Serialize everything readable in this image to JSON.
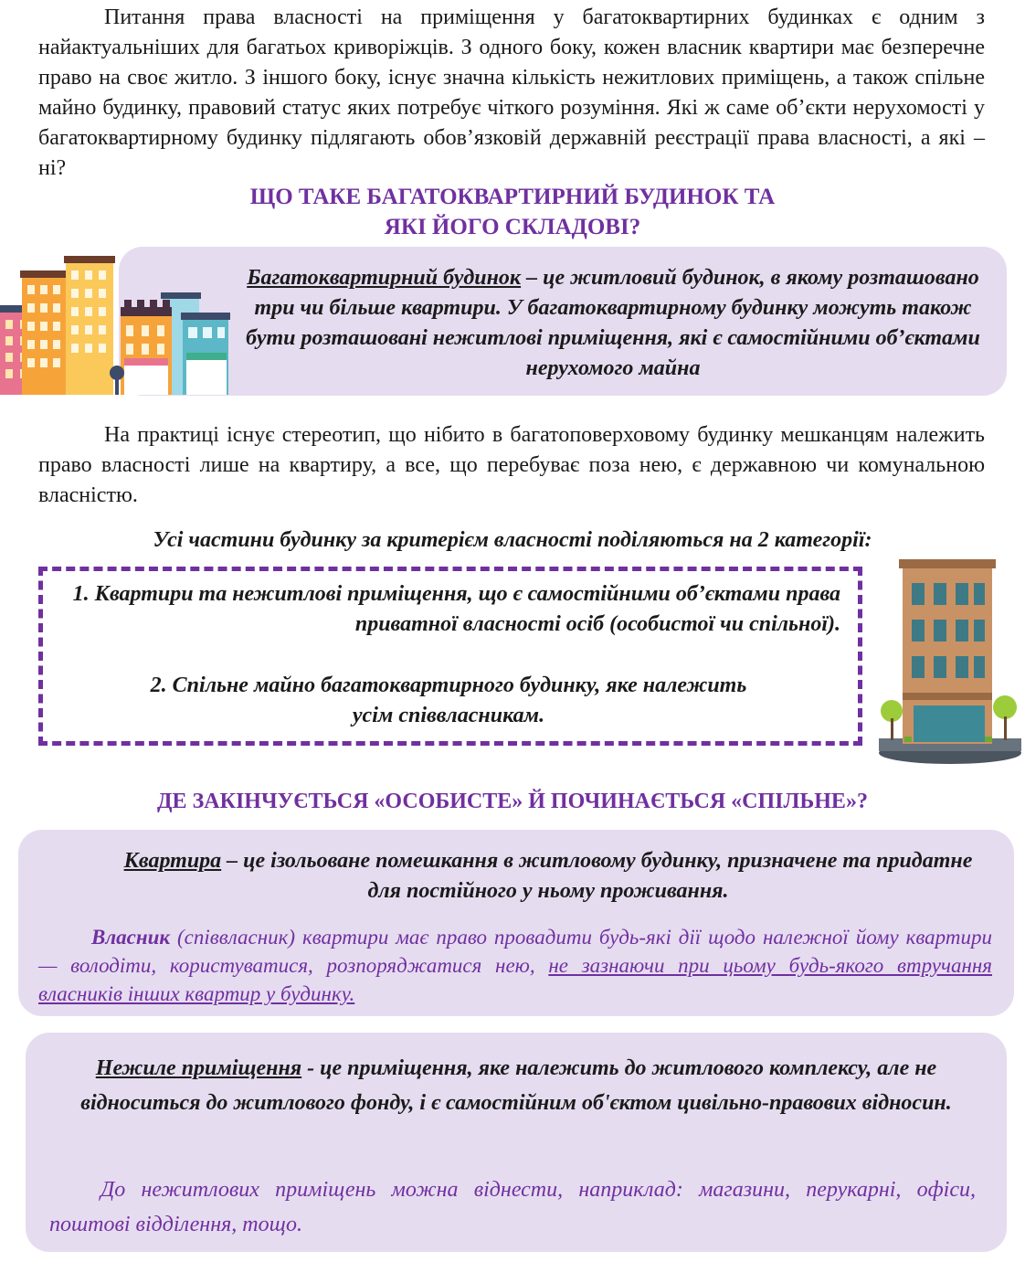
{
  "intro": {
    "text": "Питання права власності на приміщення у багатоквартирних будинках є одним з найактуальніших для багатьох криворіжців. З одного боку, кожен власник квартири має безперечне право на своє житло. З іншого боку, існує значна кількість нежитлових приміщень, а також спільне майно будинку, правовий статус яких потребує чіткого розуміння. Які ж саме об’єкти нерухомості у багатоквартирному будинку підлягають обов’язковій державній реєстрації права власності, а які – ні?"
  },
  "heading1": {
    "line1": "ЩО ТАКЕ БАГАТОКВАРТИРНИЙ БУДИНОК ТА",
    "line2": "ЯКІ ЙОГО СКЛАДОВІ?"
  },
  "def_building": {
    "term": "Багатоквартирний будинок",
    "text": " – це житловий будинок, в якому розташовано три чи більше квартири. У багатоквартирному будинку можуть також бути розташовані нежитлові приміщення, які є самостійними об’єктами нерухомого майна"
  },
  "practice": {
    "text": "На практиці існує стереотип, що нібито в багатоповерховому будинку мешканцям належить право власності лише на квартиру, а все, що перебуває поза нею, є державною чи комунальною власністю."
  },
  "categories": {
    "intro": "Усі частини будинку за критерієм власності поділяються на 2 категорії:",
    "item1": "1. Квартири та нежитлові приміщення, що є самостійними об’єктами права приватної власності осіб (особистої чи спільної).",
    "item2_line1": "2. Спільне майно багатоквартирного будинку, яке належить",
    "item2_line2": "усім співвласникам."
  },
  "heading2": "ДЕ ЗАКІНЧУЄТЬСЯ «ОСОБИСТЕ» Й ПОЧИНАЄТЬСЯ «СПІЛЬНЕ»?",
  "def_apartment": {
    "term": "Квартира",
    "text": " – це ізольоване помешкання в житловому будинку, призначене та придатне для постійного у ньому проживання.",
    "owner_term": "Власник",
    "owner_text": " (співвласник) квартири має право провадити будь-які дії щодо належної йому квартири — володіти, користуватися, розпоряджатися нею, ",
    "owner_underlined": "не зазнаючи при цьому будь-якого втручання власників інших квартир у будинку."
  },
  "def_nonresidential": {
    "term": "Нежиле приміщення",
    "text": " - це приміщення, яке належить до житлового комплексу, але не відноситься до житлового фонду, і є самостійним об'єктом цивільно-правових відносин.",
    "examples": "До нежитлових приміщень можна віднести, наприклад: магазини, перукарні, офіси, поштові відділення, тощо."
  },
  "colors": {
    "accent": "#7030a0",
    "box_bg": "#e6dcf0"
  }
}
